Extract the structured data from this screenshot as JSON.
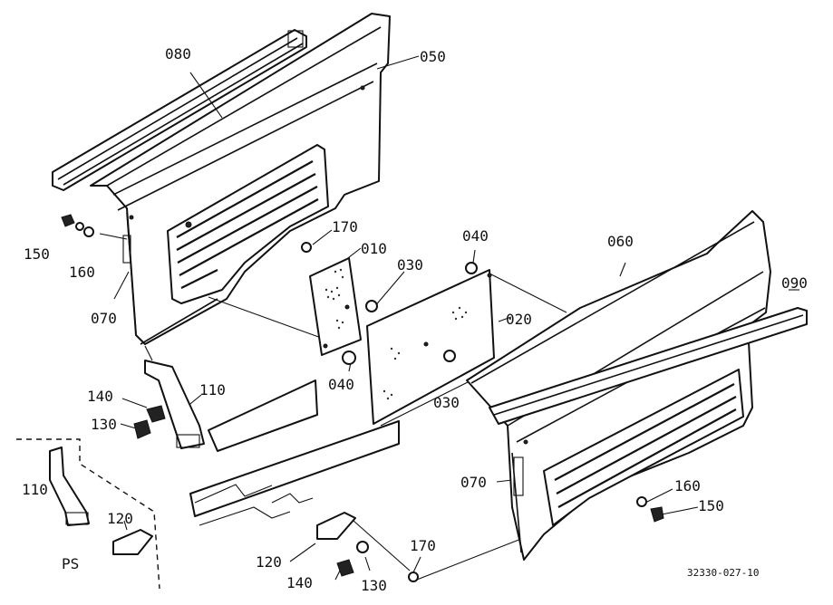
{
  "labels": {
    "l080": "080",
    "l050": "050",
    "l150a": "150",
    "l160a": "160",
    "l070a": "070",
    "l170a": "170",
    "l010": "010",
    "l030a": "030",
    "l040a": "040",
    "l040b": "040",
    "l060": "060",
    "l090": "090",
    "l020": "020",
    "l030b": "030",
    "l140a": "140",
    "l110a": "110",
    "l130a": "130",
    "l070b": "070",
    "l160b": "160",
    "l150b": "150",
    "l110b": "110",
    "l120a": "120",
    "l120b": "120",
    "l140b": "140",
    "l130b": "130",
    "l170b": "170",
    "ps": "PS",
    "drawing_no": "32330-027-10"
  }
}
